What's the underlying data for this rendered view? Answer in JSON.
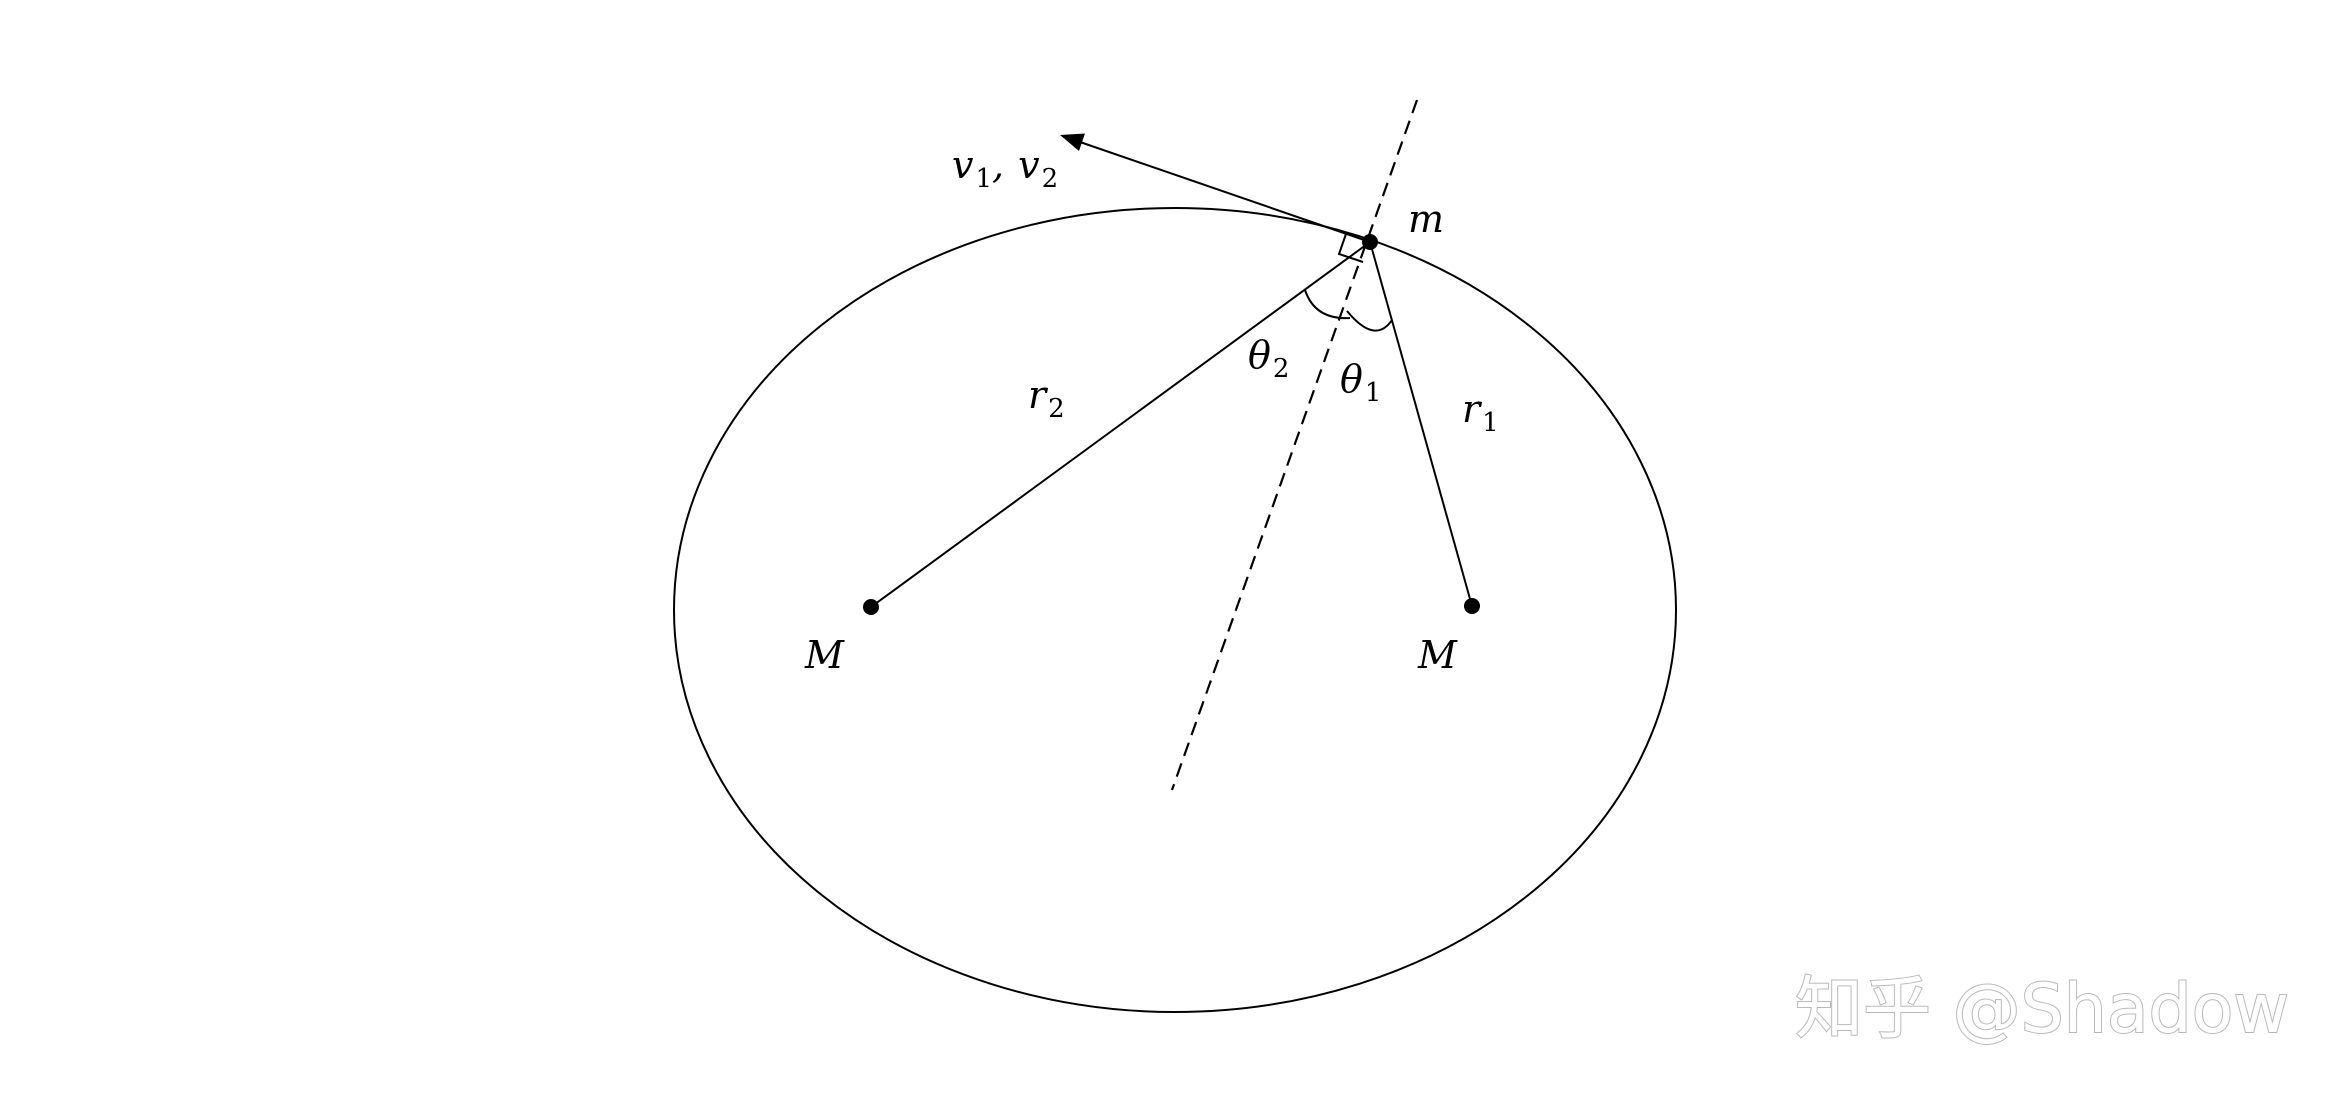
{
  "labels": {
    "m": "m",
    "M_left": "M",
    "M_right": "M",
    "r1_main": "r",
    "r1_sub": "1",
    "r2_main": "r",
    "r2_sub": "2",
    "theta1_main": "θ",
    "theta1_sub": "1",
    "theta2_main": "θ",
    "theta2_sub": "2",
    "v1_main": "v",
    "v1_sub": "1",
    "sep": ",",
    "v2_main": "v",
    "v2_sub": "2"
  },
  "watermark": "知乎 @Shadow",
  "colors": {
    "ink": "#000000",
    "watermark_outline": "#b9b9b9"
  }
}
